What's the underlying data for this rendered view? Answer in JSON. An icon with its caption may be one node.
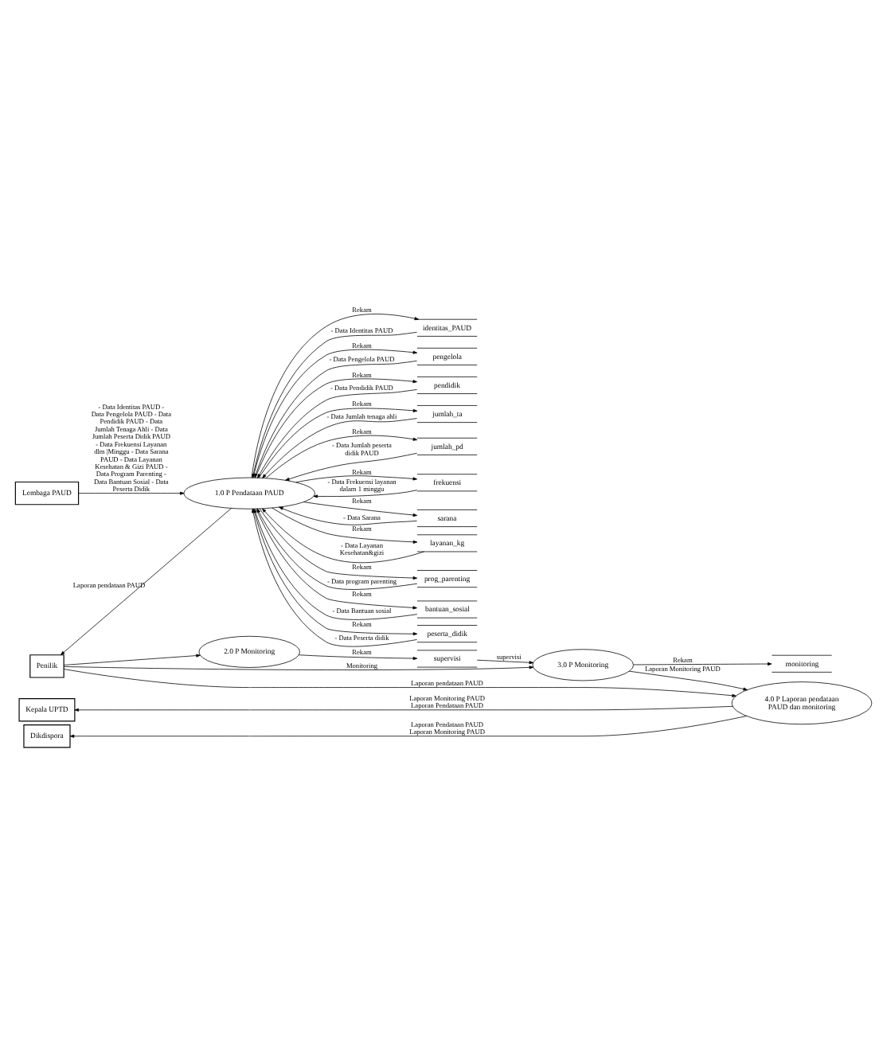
{
  "diagram": {
    "nodes": [
      {
        "text": [
          "Lembaga PAUD"
        ]
      },
      {
        "text": [
          "1.0 P Pendataan PAUD"
        ]
      },
      {
        "text": [
          "identitas_PAUD"
        ]
      },
      {
        "text": [
          "pengelola"
        ]
      },
      {
        "text": [
          "pendidik"
        ]
      },
      {
        "text": [
          "jumlah_ta"
        ]
      },
      {
        "text": [
          "jumlah_pd"
        ]
      },
      {
        "text": [
          "frekuensi"
        ]
      },
      {
        "text": [
          "sarana"
        ]
      },
      {
        "text": [
          "layanan_kg"
        ]
      },
      {
        "text": [
          "prog_parenting"
        ]
      },
      {
        "text": [
          "bantuan_sosial"
        ]
      },
      {
        "text": [
          "peserta_didik"
        ]
      },
      {
        "text": [
          "Penilik"
        ]
      },
      {
        "text": [
          "2.0 P Monitoring"
        ]
      },
      {
        "text": [
          "supervisi"
        ]
      },
      {
        "text": [
          "3.0 P Monitoring"
        ]
      },
      {
        "text": [
          "monitoring"
        ]
      },
      {
        "text": [
          "4.0 P Laporan pendataan PAUD dan monitoring"
        ]
      },
      {
        "text": [
          "Kepala UPTD"
        ]
      },
      {
        "text": [
          "Dikdispora"
        ]
      }
    ],
    "edges": [
      {
        "from": 0,
        "to": 1,
        "arrow": "to",
        "label": "- Data Identitas PAUD - Data Pengelola PAUD - Data Pendidik PAUD - Data Jumlah Tenaga Ahli - Data Jumlah Peserta Didik PAUD - Data Frekuensi Layanan dlm |Minggu - Data Sarana PAUD - Data Layanan Kesehatan & Gizi PAUD - Data Program Parenting - Data Bantuan Sosial - Data Peserta Didik"
      },
      {
        "from": 1,
        "to": 2,
        "arrow": "to",
        "label": "Rekam"
      },
      {
        "from": 1,
        "to": 3,
        "arrow": "to",
        "label": "Rekam"
      },
      {
        "from": 1,
        "to": 4,
        "arrow": "to",
        "label": "Rekam"
      },
      {
        "from": 1,
        "to": 5,
        "arrow": "to",
        "label": "Rekam"
      },
      {
        "from": 1,
        "to": 6,
        "arrow": "to",
        "label": "Rekam"
      },
      {
        "from": 1,
        "to": 7,
        "arrow": "to",
        "label": "Rekam"
      },
      {
        "from": 1,
        "to": 8,
        "arrow": "to",
        "label": "Rekam"
      },
      {
        "from": 1,
        "to": 9,
        "arrow": "to",
        "label": "Rekam"
      },
      {
        "from": 1,
        "to": 10,
        "arrow": "to",
        "label": "Rekam"
      },
      {
        "from": 1,
        "to": 11,
        "arrow": "to",
        "label": "Rekam"
      },
      {
        "from": 1,
        "to": 12,
        "arrow": "to",
        "label": "Rekam"
      },
      {
        "from": 12,
        "to": 1,
        "arrow": "to",
        "label": "- Data Peserta didik"
      },
      {
        "from": 11,
        "to": 1,
        "arrow": "to",
        "label": "- Data Bantuan sosial"
      },
      {
        "from": 10,
        "to": 1,
        "arrow": "to",
        "label": "- Data program parenting"
      },
      {
        "from": 9,
        "to": 1,
        "arrow": "to",
        "label": "- Data Layanan Kesehatan&gizi"
      },
      {
        "from": 8,
        "to": 1,
        "arrow": "to",
        "label": "- Data Sarana"
      },
      {
        "from": 7,
        "to": 1,
        "arrow": "to",
        "label": "- Data Frekuensi layanan dalam 1 minggu"
      },
      {
        "from": 6,
        "to": 1,
        "arrow": "to",
        "label": "- Data Jumlah peserta didik PAUD"
      },
      {
        "from": 5,
        "to": 1,
        "arrow": "to",
        "label": "- Data Jumlah tenaga ahli"
      },
      {
        "from": 4,
        "to": 1,
        "arrow": "to",
        "label": "- Data Pendidik PAUD"
      },
      {
        "from": 3,
        "to": 1,
        "arrow": "to",
        "label": "- Data Pengelola PAUD"
      },
      {
        "from": 2,
        "to": 1,
        "arrow": "to",
        "label": "- Data Identitas PAUD"
      },
      {
        "from": 1,
        "to": 13,
        "arrow": "to",
        "label": "Laporan pendataan PAUD"
      },
      {
        "from": 13,
        "to": 14,
        "arrow": "to"
      },
      {
        "from": 14,
        "to": 15,
        "arrow": "to",
        "label": "Rekam"
      },
      {
        "from": 15,
        "to": 16,
        "arrow": "to",
        "label": "supervisi"
      },
      {
        "from": 13,
        "to": 16,
        "arrow": "to",
        "label": "Monitoring"
      },
      {
        "from": 16,
        "to": 17,
        "arrow": "to",
        "label": "Rekam"
      },
      {
        "from": 13,
        "to": 18,
        "arrow": "to",
        "label": "Laporan pendataan PAUD"
      },
      {
        "from": 16,
        "to": 18,
        "arrow": "to",
        "label": "Laporan Monitoring PAUD"
      },
      {
        "from": 18,
        "to": 19,
        "arrow": "to",
        "label": "Laporan Monitoring PAUD Laporan Pendataan PAUD"
      },
      {
        "from": 18,
        "to": 20,
        "arrow": "to",
        "label": "Laporan Pendataan PAUD Laporan Monitoring PAUD"
      }
    ]
  }
}
